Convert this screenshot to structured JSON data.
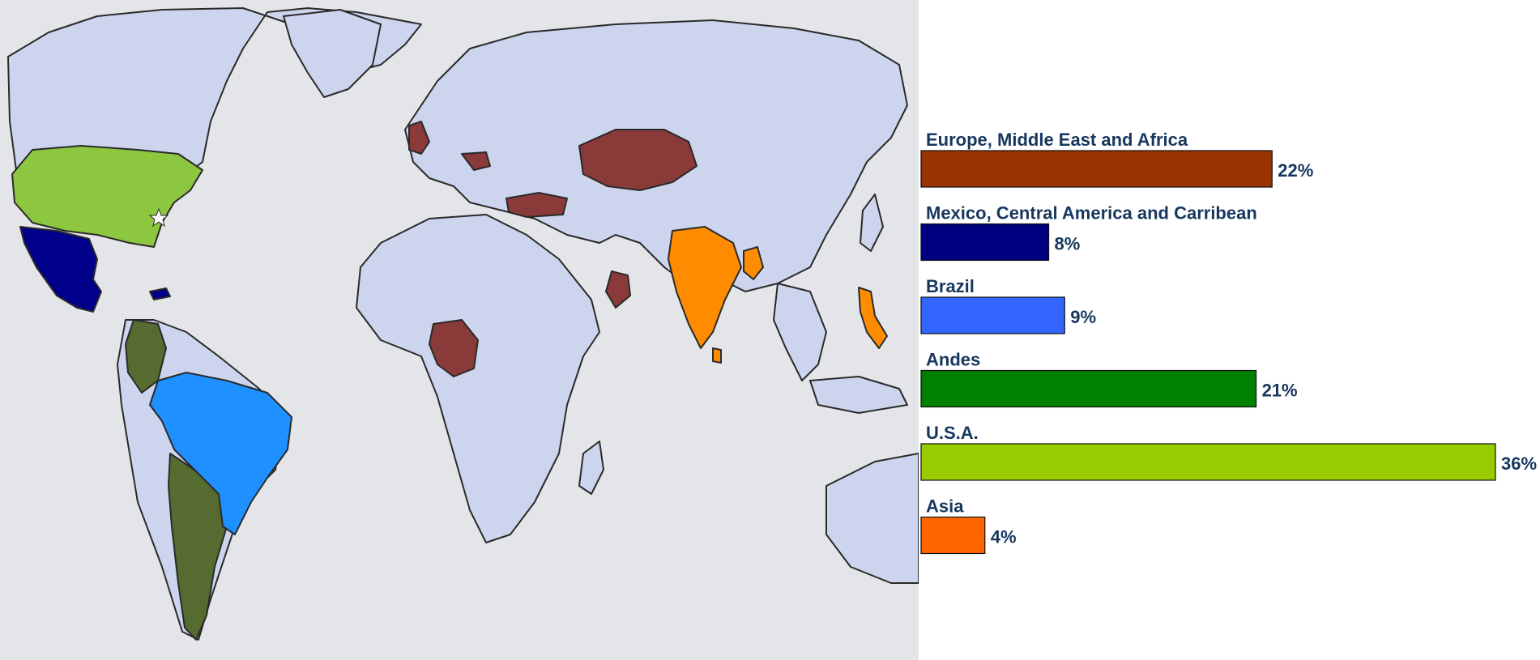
{
  "chart_data": {
    "type": "bar",
    "orientation": "horizontal",
    "categories": [
      "Europe, Middle East and Africa",
      "Mexico, Central America and Carribean",
      "Brazil",
      "Andes",
      "U.S.A.",
      "Asia"
    ],
    "values": [
      22,
      8,
      9,
      21,
      36,
      4
    ],
    "value_labels": [
      "22%",
      "8%",
      "9%",
      "21%",
      "36%",
      "4%"
    ],
    "colors": [
      "#993300",
      "#000080",
      "#3366ff",
      "#008000",
      "#99cc00",
      "#ff6600"
    ],
    "xlim": [
      0,
      36
    ],
    "grid": false,
    "legend": "none"
  },
  "map": {
    "ocean_color": "#e4e5e8",
    "land_color": "#cdd5ee",
    "region_colors": {
      "emea": "#8b3a3a",
      "mexico_central_america": "#00008b",
      "brazil": "#1e90ff",
      "andes": "#556b2f",
      "usa": "#8dc63f",
      "asia": "#ff8c00"
    }
  }
}
